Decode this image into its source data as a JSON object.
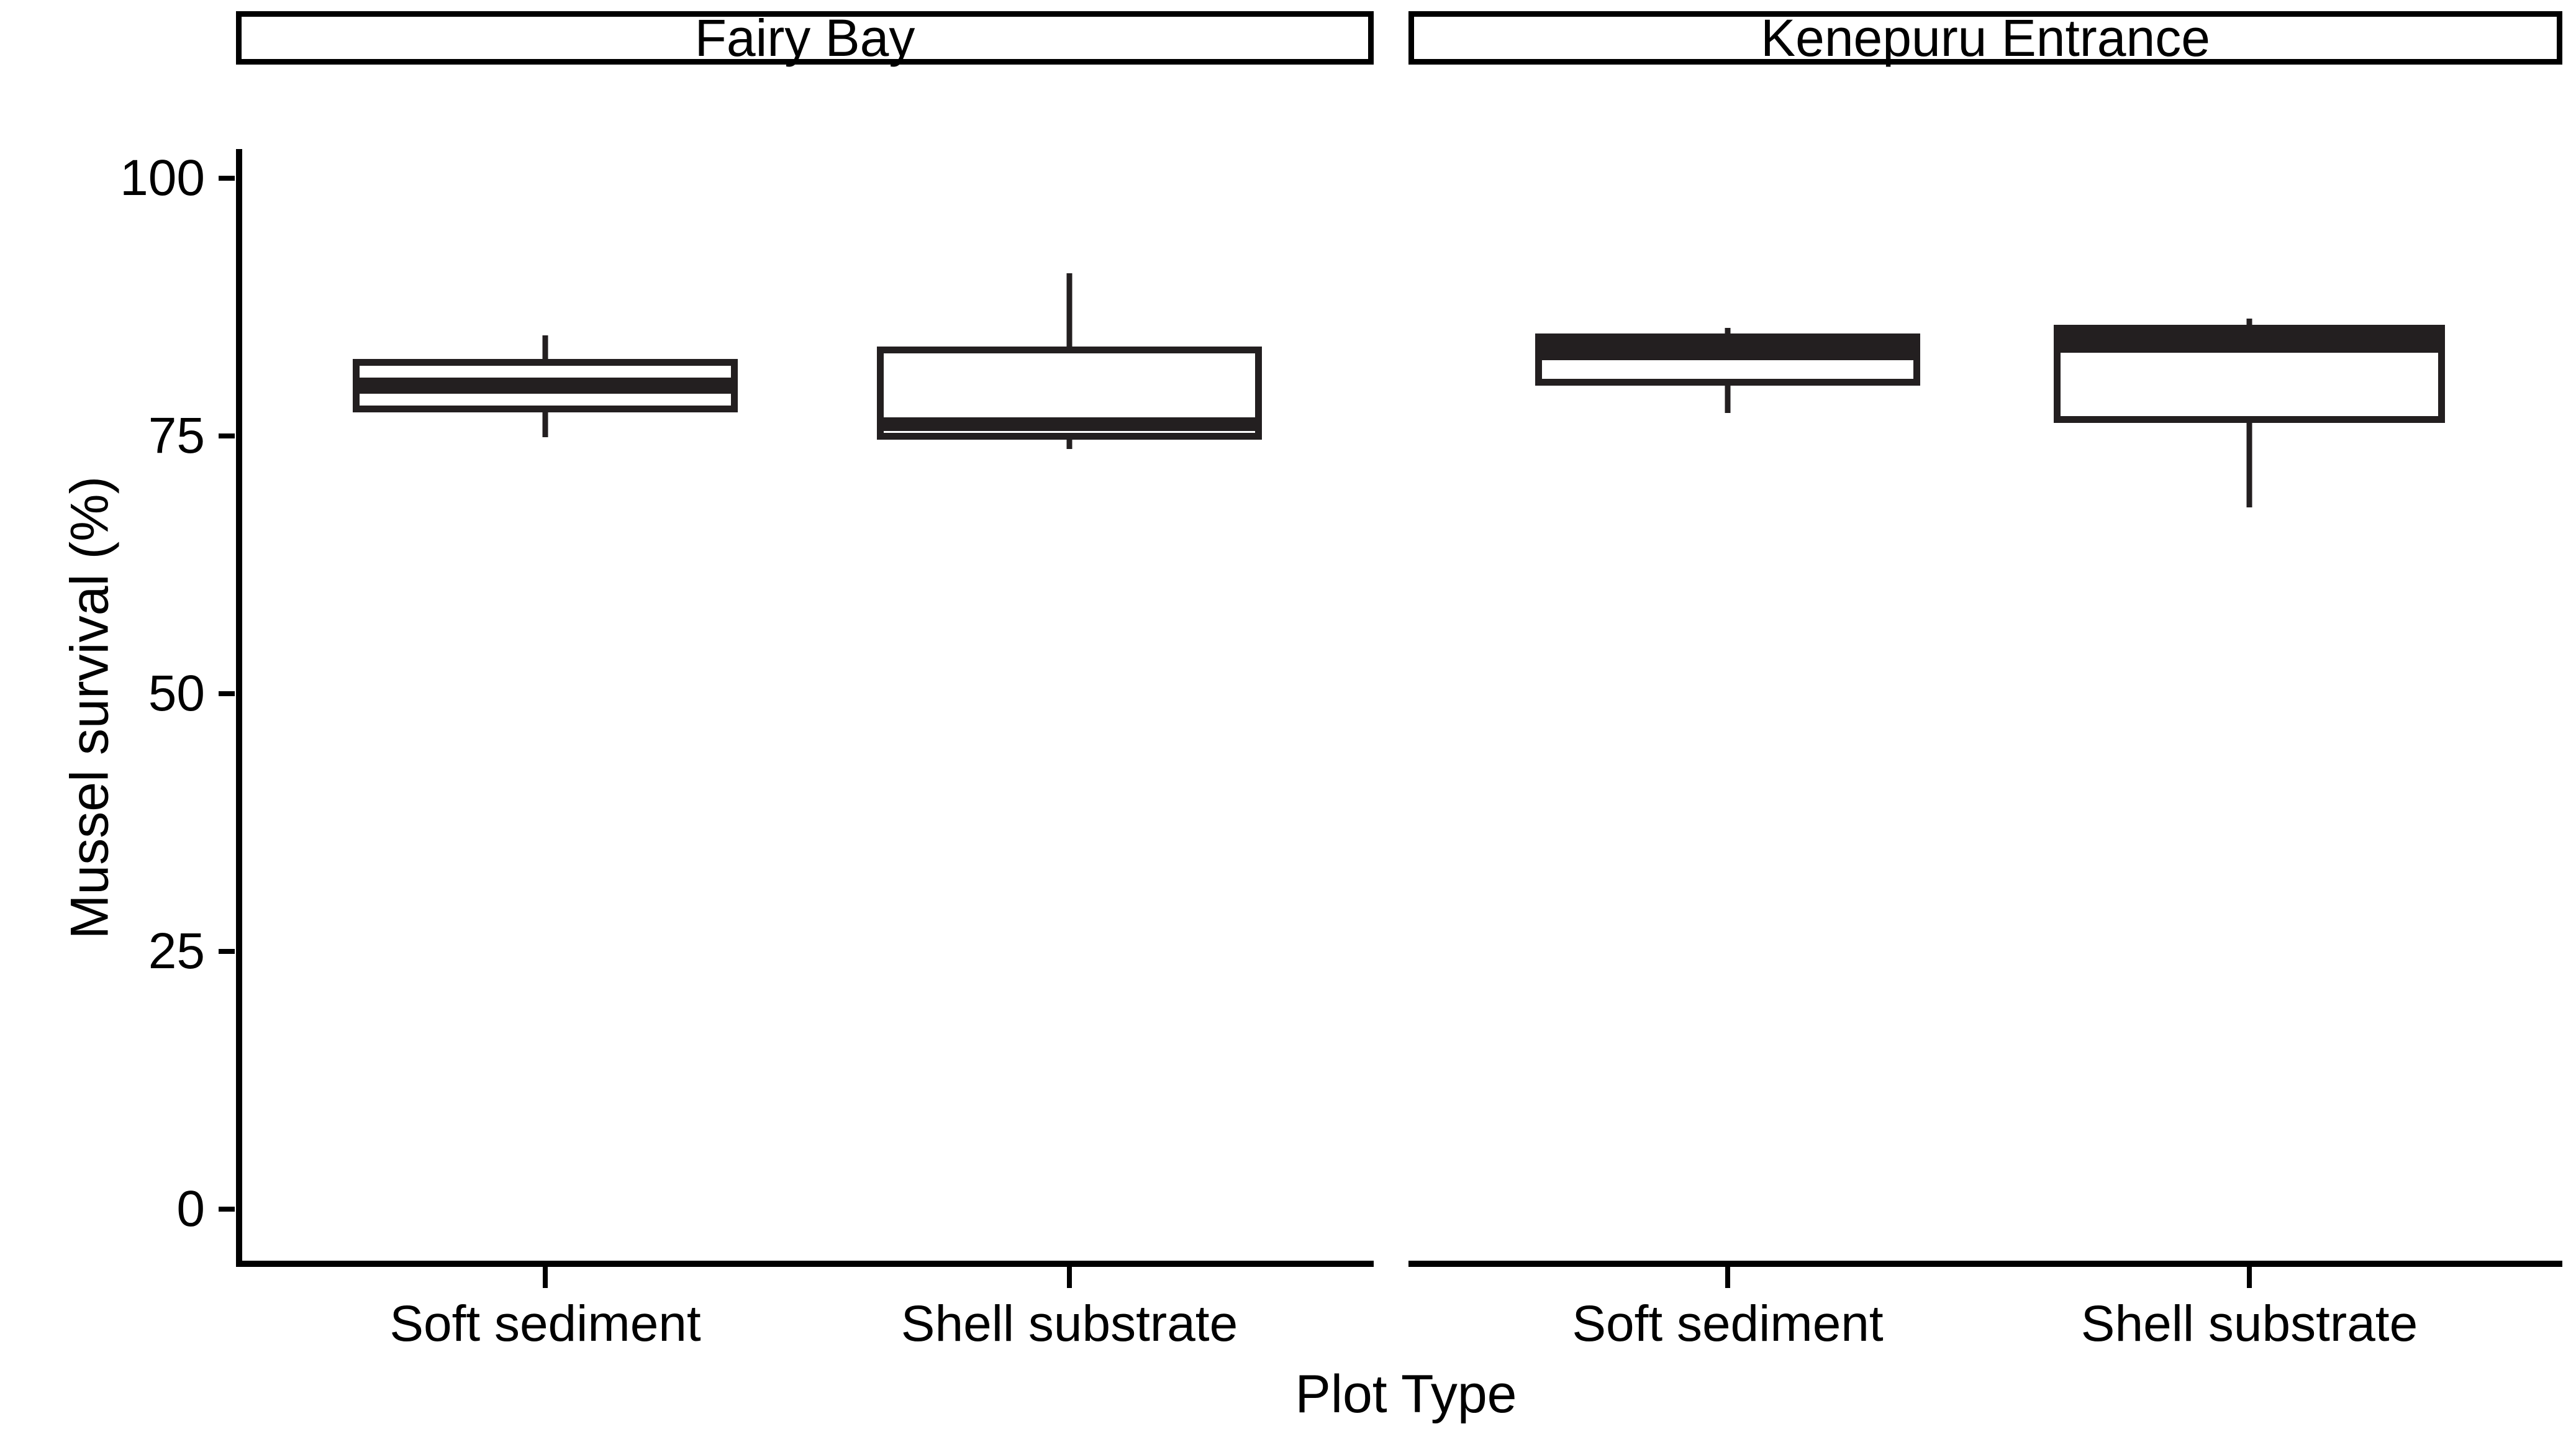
{
  "chart_data": {
    "type": "box",
    "title": "",
    "xlabel": "Plot Type",
    "ylabel": "Mussel survival (%)",
    "ylim": [
      0,
      108
    ],
    "yticks": [
      0,
      25,
      50,
      75,
      100
    ],
    "ytick_labels": [
      "0",
      "25",
      "50",
      "75",
      "100"
    ],
    "grid": false,
    "legend": "none",
    "facet_labels": [
      "Fairy Bay",
      "Kenepuru Entrance"
    ],
    "categories": [
      "Soft sediment",
      "Shell substrate"
    ],
    "boxes": [
      {
        "facet": "Fairy Bay",
        "category": "Soft sediment",
        "whisker_low": 75.0,
        "q1": 77.4,
        "median": 79.9,
        "q3": 82.3,
        "whisker_high": 84.8
      },
      {
        "facet": "Fairy Bay",
        "category": "Shell substrate",
        "whisker_low": 73.9,
        "q1": 75.0,
        "median": 75.8,
        "q3": 83.7,
        "whisker_high": 90.8
      },
      {
        "facet": "Kenepuru Entrance",
        "category": "Soft sediment",
        "whisker_low": 77.5,
        "q1": 80.7,
        "median": 83.6,
        "q3": 85.0,
        "whisker_high": 85.5
      },
      {
        "facet": "Kenepuru Entrance",
        "category": "Shell substrate",
        "whisker_low": 68.2,
        "q1": 76.6,
        "median": 85.2,
        "q3": 85.6,
        "whisker_high": 86.4
      }
    ],
    "colors": {
      "line": "#231f20",
      "fill": "#ffffff",
      "axis": "#000000",
      "background": "#ffffff"
    }
  },
  "axis": {
    "y_title": "Mussel survival (%)",
    "x_title": "Plot Type",
    "ytick_labels": [
      "100",
      "75",
      "50",
      "25",
      "0"
    ],
    "xtick_labels": [
      "Soft sediment",
      "Shell substrate",
      "Soft sediment",
      "Shell substrate"
    ]
  },
  "panels": [
    {
      "label": "Fairy Bay"
    },
    {
      "label": "Kenepuru Entrance"
    }
  ]
}
